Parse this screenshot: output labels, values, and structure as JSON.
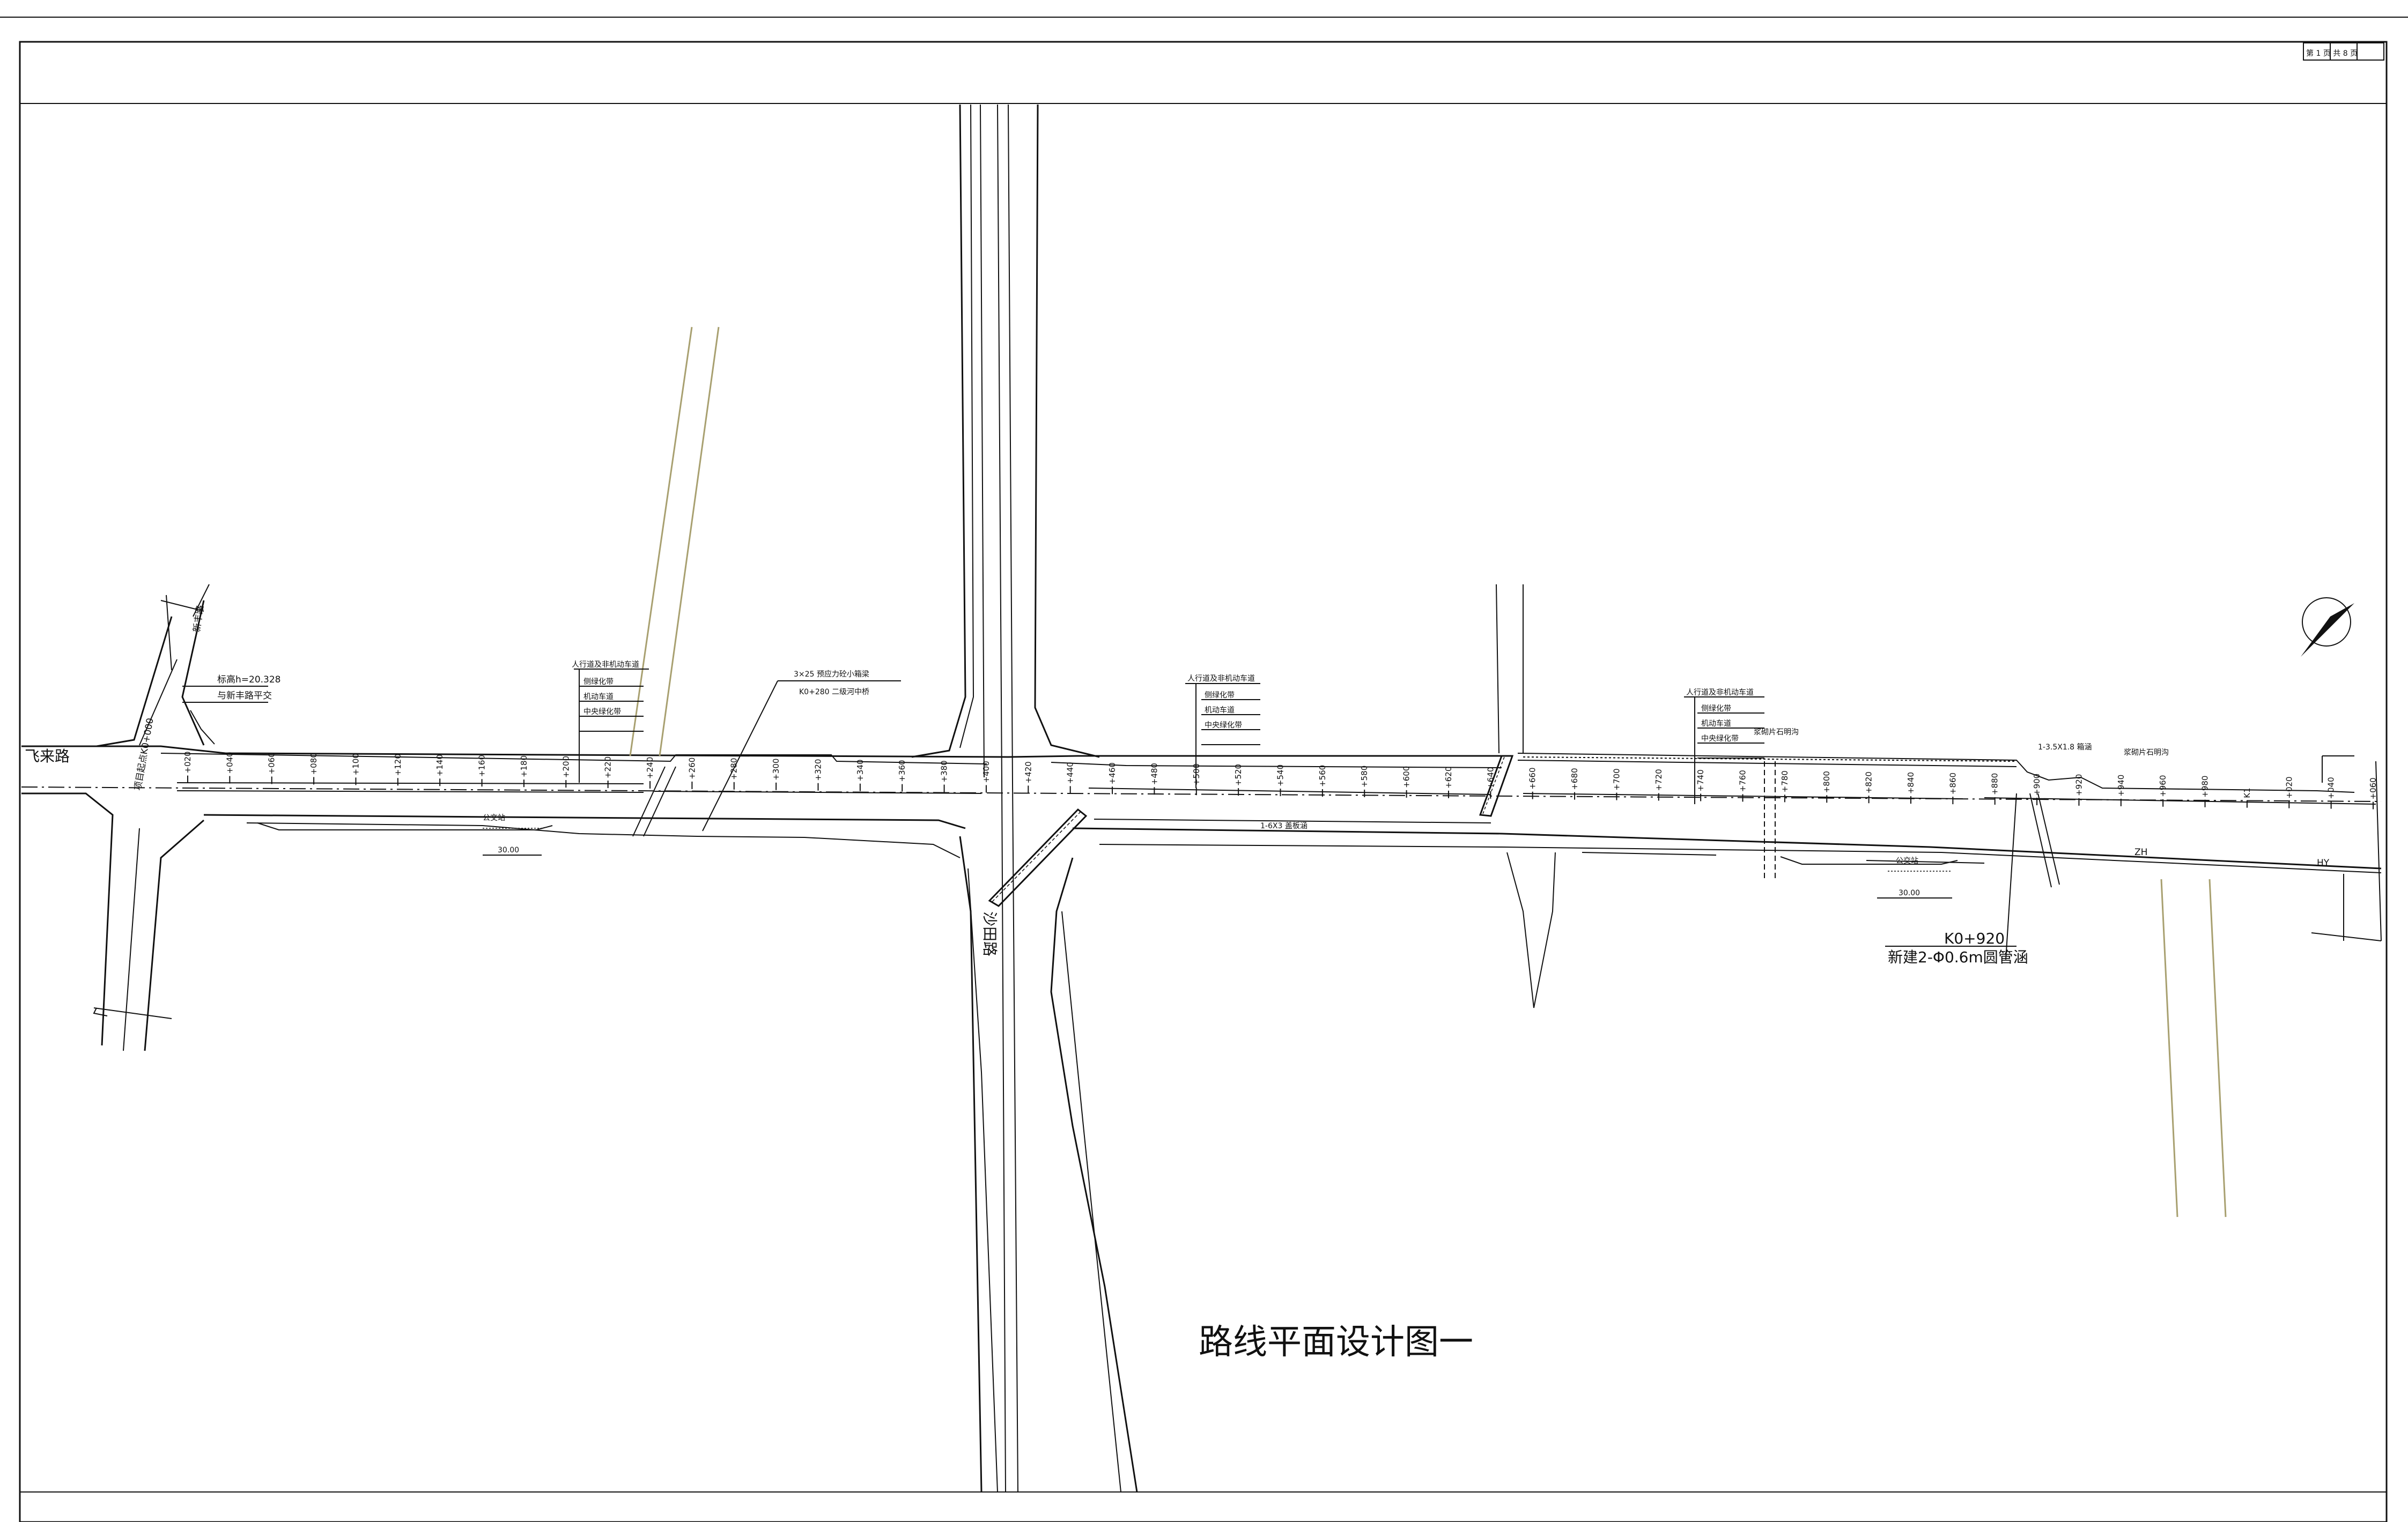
{
  "sheet": {
    "page_label": "第 1 页  共 8 页",
    "title": "路线平面设计图一"
  },
  "roads": {
    "left_road": "飞来路",
    "left_north_road": "新丰路",
    "cross_road": "沙田路"
  },
  "start_point": {
    "label": "项目起点K0+000",
    "elevation": "标高h=20.328",
    "intersection": "与新丰路平交"
  },
  "stations": [
    "+020",
    "+040",
    "+060",
    "+080",
    "+100",
    "+120",
    "+140",
    "+160",
    "+180",
    "+200",
    "+220",
    "+240",
    "+260",
    "+280",
    "+300",
    "+320",
    "+340",
    "+360",
    "+380",
    "+400",
    "+420",
    "+440",
    "+460",
    "+480",
    "+500",
    "+520",
    "+540",
    "+560",
    "+580",
    "+600",
    "+620",
    "+640",
    "+660",
    "+680",
    "+700",
    "+720",
    "+740",
    "+760",
    "+780",
    "+800",
    "+820",
    "+840",
    "+860",
    "+880",
    "+900",
    "+920",
    "+940",
    "+960",
    "+980",
    "K1",
    "+020",
    "+040",
    "+060"
  ],
  "cross_section_legends": [
    [
      "人行道及非机动车道",
      "侧绿化带",
      "机动车道",
      "中央绿化带"
    ],
    [
      "人行道及非机动车道",
      "侧绿化带",
      "机动车道",
      "中央绿化带"
    ],
    [
      "人行道及非机动车道",
      "侧绿化带",
      "机动车道",
      "中央绿化带"
    ]
  ],
  "bridge_note": {
    "line1": "3×25 预应力砼小箱梁",
    "line2": "K0+280 二级河中桥"
  },
  "bus_stops": [
    {
      "label": "公交站",
      "dim": "30.00"
    },
    {
      "label": "公交站",
      "dim": "30.00"
    }
  ],
  "channel_labels": [
    "1-6X3 盖板涵",
    "1-3.5X1.8 箱涵",
    "浆砌片石明沟",
    "浆砌片石明沟"
  ],
  "curve_points": [
    "ZH",
    "HY"
  ],
  "culvert": {
    "station": "K0+920",
    "desc": "新建2-Φ0.6m圆管涵"
  }
}
